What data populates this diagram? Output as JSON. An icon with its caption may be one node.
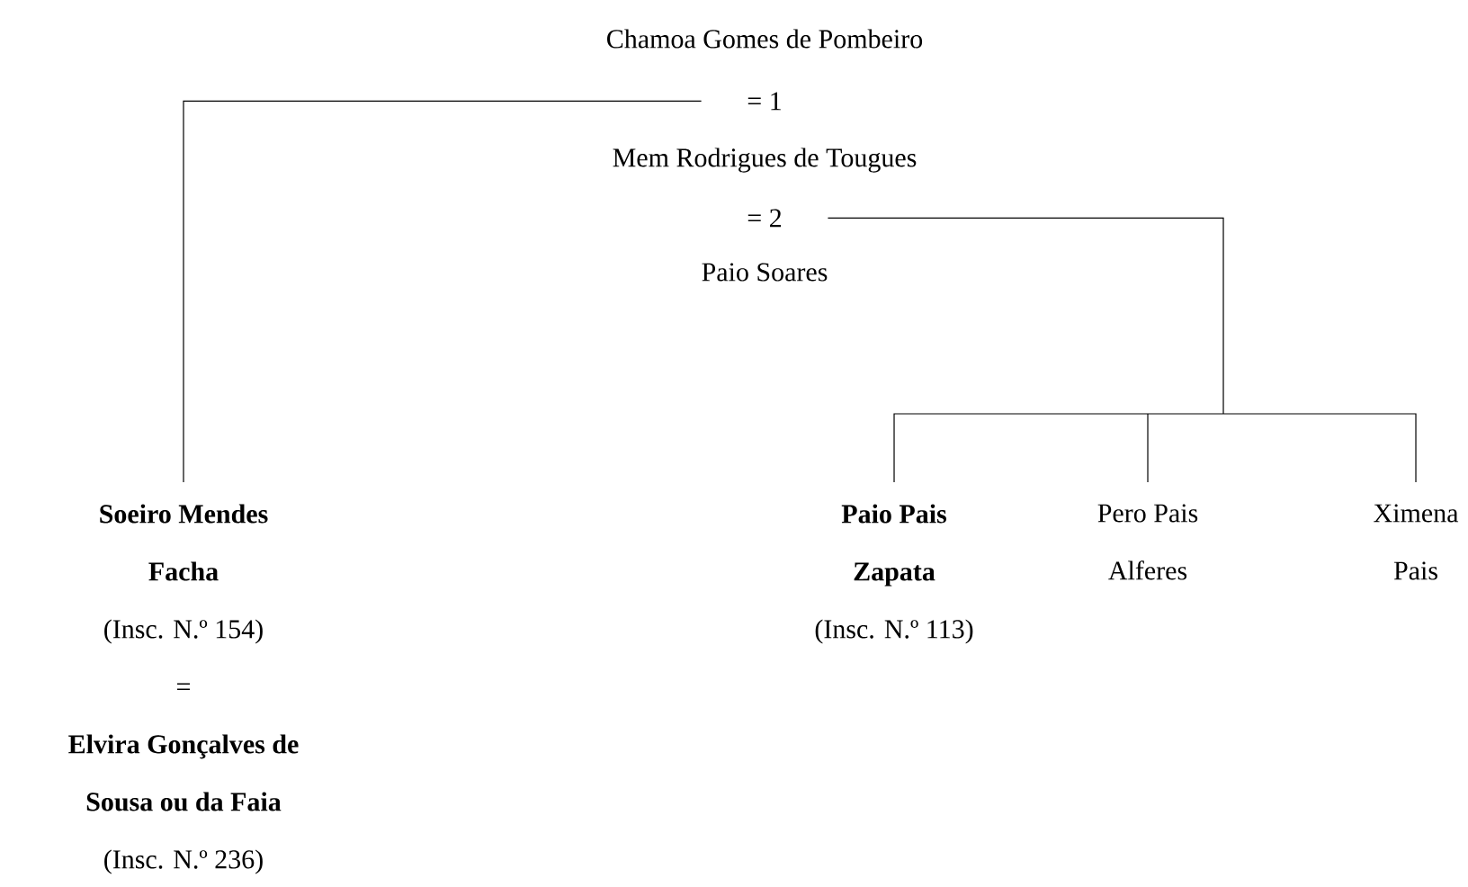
{
  "diagram": {
    "nodes": [
      {
        "text": [
          "Chamoa Gomes de Pombeiro"
        ]
      },
      {
        "text": [
          "= 1"
        ]
      },
      {
        "text": [
          "Mem Rodrigues de Tougues"
        ]
      },
      {
        "text": [
          "= 2"
        ]
      },
      {
        "text": [
          "Paio Soares"
        ]
      },
      {
        "text": [
          "Soeiro Mendes Facha",
          "(Insc. N.º 154)",
          "=",
          "Elvira Gonçalves de Sousa ou da Faia",
          "(Insc. N.º 236)"
        ]
      },
      {
        "text": [
          "Paio Pais Zapata",
          "(Insc. N.º 113)"
        ]
      },
      {
        "text": [
          "Pero Pais Alferes"
        ]
      },
      {
        "text": [
          "Ximena Pais"
        ]
      }
    ],
    "edges": [
      {
        "from": 1,
        "to": 5,
        "arrow": "none"
      },
      {
        "from": 3,
        "to": 6,
        "arrow": "none"
      },
      {
        "from": 3,
        "to": 7,
        "arrow": "none"
      },
      {
        "from": 3,
        "to": 8,
        "arrow": "none"
      }
    ]
  }
}
